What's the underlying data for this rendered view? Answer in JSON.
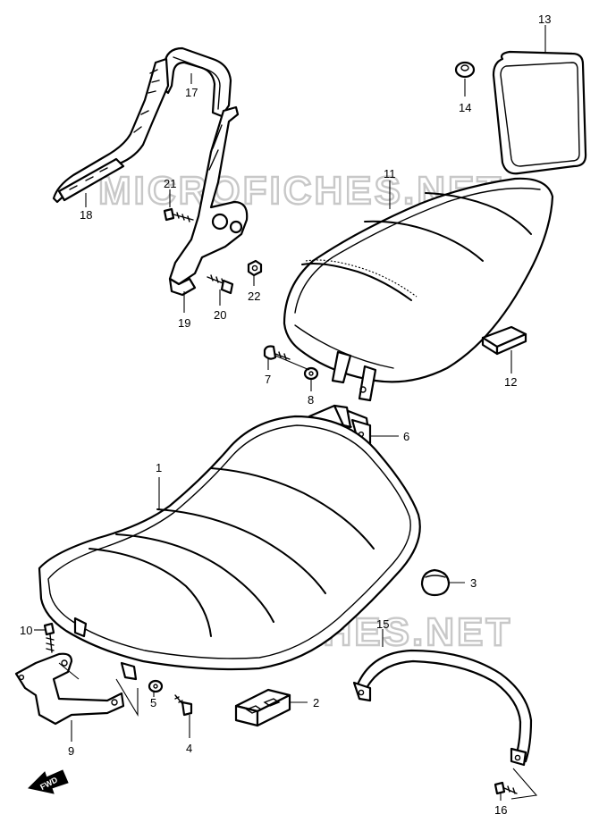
{
  "watermark": "MICROFICHES.NET",
  "fwd_label": "FWD",
  "parts": [
    {
      "id": "1"
    },
    {
      "id": "2"
    },
    {
      "id": "3"
    },
    {
      "id": "4"
    },
    {
      "id": "5"
    },
    {
      "id": "6"
    },
    {
      "id": "7"
    },
    {
      "id": "8"
    },
    {
      "id": "9"
    },
    {
      "id": "10"
    },
    {
      "id": "11"
    },
    {
      "id": "12"
    },
    {
      "id": "13"
    },
    {
      "id": "14"
    },
    {
      "id": "15"
    },
    {
      "id": "16"
    },
    {
      "id": "17"
    },
    {
      "id": "18"
    },
    {
      "id": "19"
    },
    {
      "id": "20"
    },
    {
      "id": "21"
    },
    {
      "id": "22"
    }
  ]
}
